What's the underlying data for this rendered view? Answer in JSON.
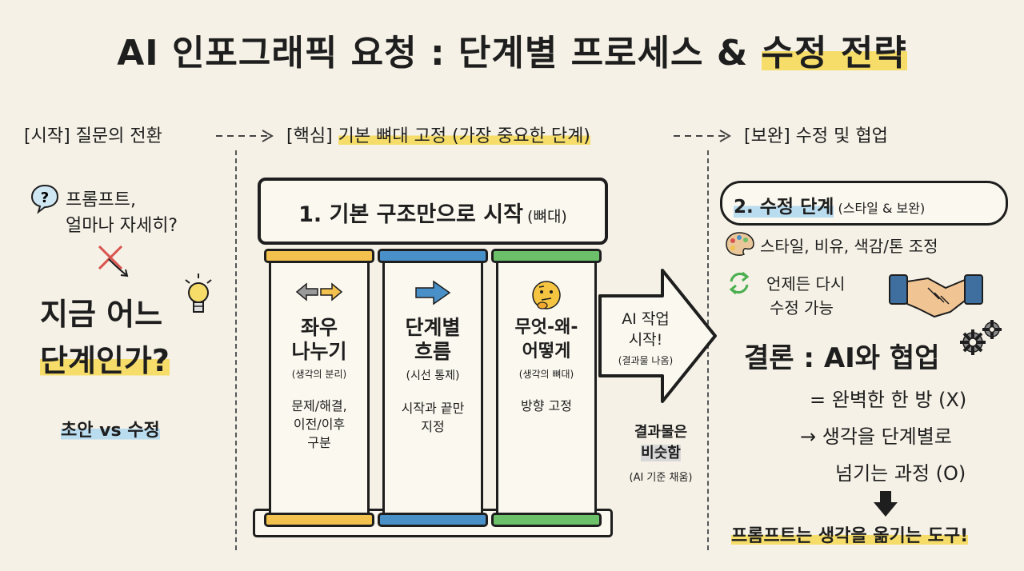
{
  "title": {
    "main": "AI 인포그래픽 요청 : 단계별 프로세스 & ",
    "highlight": "수정 전략"
  },
  "phases": {
    "start": "[시작] 질문의 전환",
    "core_prefix": "[핵심] ",
    "core_highlight": "기본 뼈대 고정 (가장 중요한 단계)",
    "supplement": "[보완] 수정 및 협업"
  },
  "left": {
    "question_line1": "프롬프트,",
    "question_line2": "얼마나 자세히?",
    "main_question_line1": "지금 어느",
    "main_question_line2": "단계인가?",
    "compare": "초안 vs 수정"
  },
  "center": {
    "step1_title": "1. 기본 구조만으로 시작",
    "step1_sub": "(뼈대)",
    "pillars": [
      {
        "title_line1": "좌우",
        "title_line2": "나누기",
        "sub": "(생각의 분리)",
        "desc_line1": "문제/해결,",
        "desc_line2": "이전/이후",
        "desc_line3": "구분",
        "cap_color": "#f2c14e",
        "icon": "left-right-arrow-icon"
      },
      {
        "title_line1": "단계별",
        "title_line2": "흐름",
        "sub": "(시선 통제)",
        "desc_line1": "시작과 끝만",
        "desc_line2": "지정",
        "desc_line3": "",
        "cap_color": "#4a90c8",
        "icon": "right-arrow-icon"
      },
      {
        "title_line1": "무엇-왜-",
        "title_line2": "어떻게",
        "sub": "(생각의 뼈대)",
        "desc_line1": "방향 고정",
        "desc_line2": "",
        "desc_line3": "",
        "cap_color": "#6cc06a",
        "icon": "thinking-face-icon"
      }
    ],
    "arrow_line1": "AI 작업",
    "arrow_line2": "시작!",
    "arrow_sub": "(결과물 나옴)",
    "result_line1": "결과물은",
    "result_line2": "비슷함",
    "result_sub": "(AI 기준 채움)"
  },
  "right": {
    "step2_title": "2. 수정 단계",
    "step2_sub": "(스타일 & 보완)",
    "item1": "스타일, 비유, 색감/톤 조정",
    "item2_line1": "언제든 다시",
    "item2_line2": "수정 가능",
    "conclusion": "결론 : AI와 협업",
    "line1": "= 완벽한 한 방 (X)",
    "line2": "→ 생각을 단계별로",
    "line3": "넘기는 과정 (O)",
    "final": "프롬프트는 생각을 옮기는 도구!"
  },
  "colors": {
    "highlight_yellow": "#f6dd6a",
    "highlight_blue": "#b9dcef",
    "cap_yellow": "#f2c14e",
    "cap_blue": "#4a90c8",
    "cap_green": "#6cc06a"
  }
}
